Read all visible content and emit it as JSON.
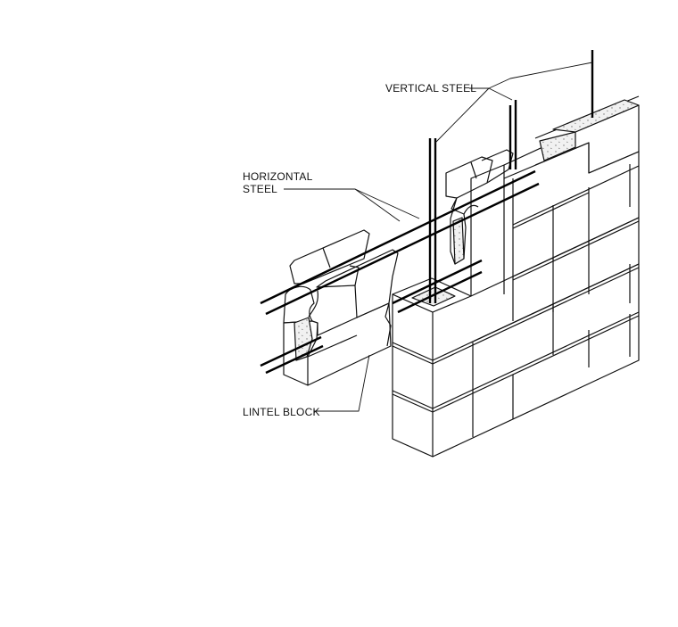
{
  "labels": {
    "vertical_steel": "VERTICAL STEEL",
    "horizontal_steel_line1": "HORIZONTAL",
    "horizontal_steel_line2": "STEEL",
    "lintel_block": "LINTEL BLOCK"
  },
  "colors": {
    "line": "#111111",
    "rebar": "#000000",
    "grout": "#f1f1f1",
    "background": "#ffffff"
  }
}
